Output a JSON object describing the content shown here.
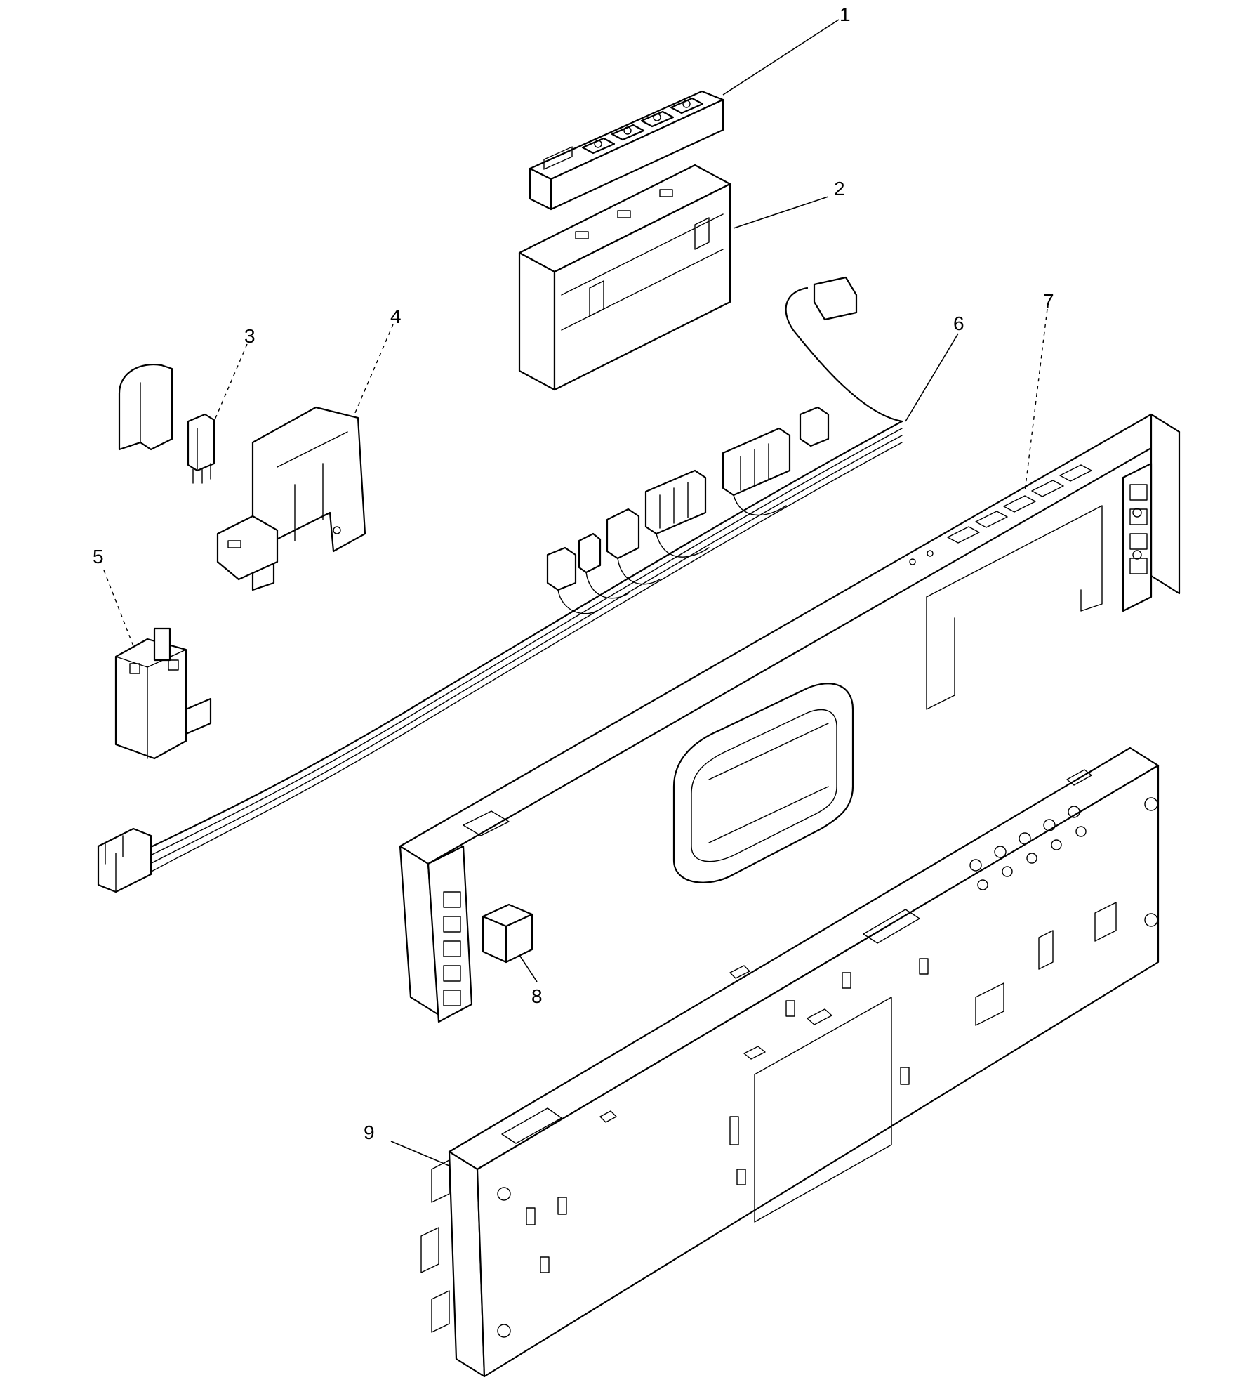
{
  "callouts": [
    {
      "label": "1"
    },
    {
      "label": "2"
    },
    {
      "label": "3"
    },
    {
      "label": "4"
    },
    {
      "label": "5"
    },
    {
      "label": "6"
    },
    {
      "label": "7"
    },
    {
      "label": "8"
    },
    {
      "label": "9"
    }
  ]
}
